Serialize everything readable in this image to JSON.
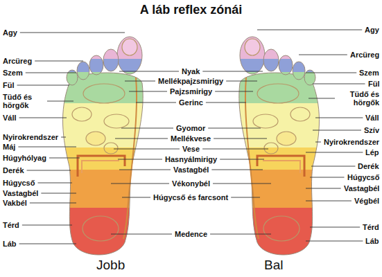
{
  "diagram": {
    "title": "A láb reflex zónái",
    "labels": [
      "Agy",
      "Arcüreg",
      "Szem",
      "Fül",
      "Tüdő és hörgők",
      "Váll",
      "Nyirokrendszer",
      "Máj",
      "Húgyhólyag",
      "Derék",
      "Húgycső",
      "Vastagbél",
      "Vakbél",
      "Térd",
      "Láb",
      "Nyak",
      "Mellékpajzsmirigy",
      "Pajzsmirigy",
      "Gerinc",
      "Gyomor",
      "Mellékvese",
      "Vese",
      "Hasnyálmirigy",
      "Vastagbél",
      "Vékonybél",
      "Húgycső és farcsont",
      "Medence",
      "Agy",
      "Arcüreg",
      "Szem",
      "Fül",
      "Tüdő és hörgők",
      "Váll",
      "Szív",
      "Nyirokrendszer",
      "Lép",
      "Derék",
      "Húgycső",
      "Vastagbél",
      "Végbél",
      "Térd",
      "Láb",
      "Jobb",
      "Bal"
    ]
  }
}
